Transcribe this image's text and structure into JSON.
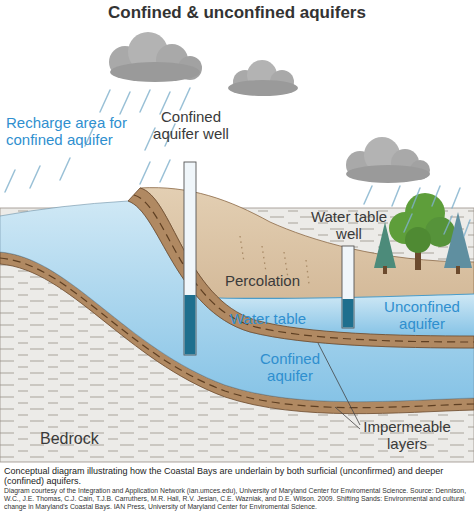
{
  "diagram": {
    "title": "Confined & unconfined aquifers",
    "caption": "Conceptual diagram illustrating how the Coastal Bays are underlain by both surficial (unconfirmed) and deeper (confined) aquifers.",
    "labels": [
      "Recharge area for confined aquifer",
      "Confined aquifer well",
      "Water table well",
      "Percolation",
      "Water table",
      "Unconfined aquifer",
      "Confined aquifer",
      "Impermeable layers",
      "Bedrock",
      "Diagram courtesy of the Integration and Application Network (ian.umces.edu), University of Maryland Center for Enviromental Science. Source: Dennison, W.C., J.E. Thomas, C.J. Cain, T.J.B. Carruthers, M.R. Hall, R.V. Jesian, C.E. Wazniak, and D.E. Wilson. 2009. Shifting Sands: Environmental and cultural change in Maryland's Coastal Bays. IAN Press, University of Maryland Center for Enviromental Science."
    ]
  }
}
